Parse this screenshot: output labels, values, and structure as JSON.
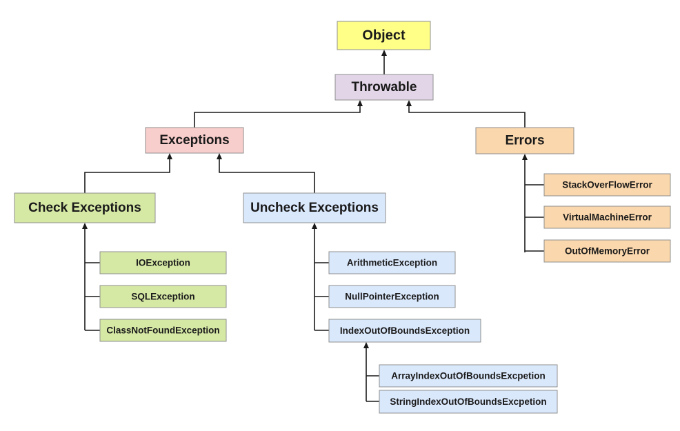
{
  "colors": {
    "object": "#ffff88",
    "throwable": "#e1d5e7",
    "exceptions": "#f8cecc",
    "errors": "#fad7ac",
    "checked": "#d5e8a4",
    "unchecked": "#dae8fc",
    "line": "#1a1a1a"
  },
  "nodes": {
    "object": "Object",
    "throwable": "Throwable",
    "exceptions": "Exceptions",
    "errors": "Errors",
    "check_exceptions": "Check Exceptions",
    "uncheck_exceptions": "Uncheck Exceptions",
    "io_exception": "IOException",
    "sql_exception": "SQLException",
    "class_not_found_exception": "ClassNotFoundException",
    "arithmetic_exception": "ArithmeticException",
    "null_pointer_exception": "NullPointerException",
    "index_out_of_bounds_exception": "IndexOutOfBoundsException",
    "array_index_out_of_bounds_exception": "ArrayIndexOutOfBoundsExcpetion",
    "string_index_out_of_bounds_exception": "StringIndexOutOfBoundsExcpetion",
    "stack_overflow_error": "StackOverFlowError",
    "virtual_machine_error": "VirtualMachineError",
    "out_of_memory_error": "OutOfMemoryError"
  }
}
